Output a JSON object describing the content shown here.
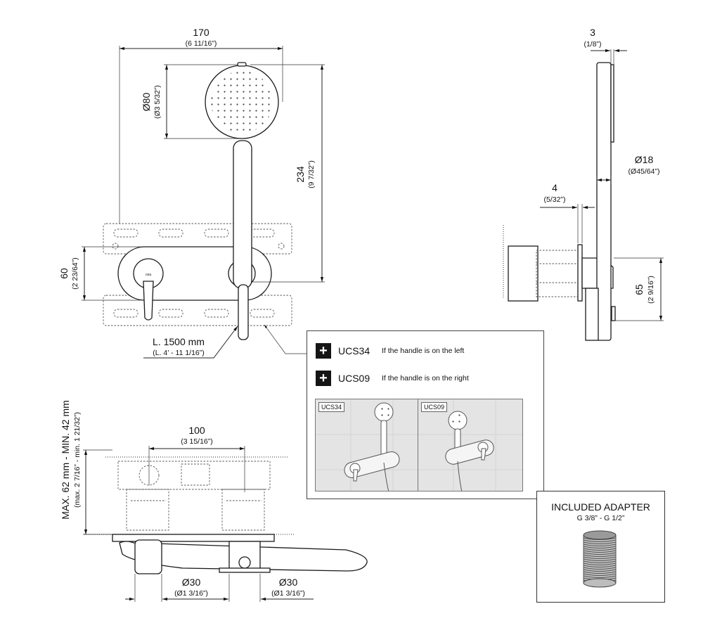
{
  "front_view": {
    "width_mm": "170",
    "width_in": "(6 11/16”)",
    "head_diameter_mm": "Ø80",
    "head_diameter_in": "(Ø3 5/32”)",
    "height_mm": "234",
    "height_in": "(9 7/32”)",
    "plate_height_mm": "60",
    "plate_height_in": "(2 23/64”)",
    "hose_length_mm": "L. 1500 mm",
    "hose_length_in": "(L. 4’ - 11 1/16”)"
  },
  "side_view": {
    "depth_mm": "3",
    "depth_in": "(1/8”)",
    "handle_diameter_mm": "Ø18",
    "handle_diameter_in": "(Ø45/64”)",
    "offset_mm": "4",
    "offset_in": "(5/32”)",
    "bracket_height_mm": "65",
    "bracket_height_in": "(2 9/16”)"
  },
  "bottom_view": {
    "depth_range_mm": "MAX. 62 mm - MIN. 42 mm",
    "depth_range_in": "(max. 2 7/16” - min. 1 21/32”)",
    "spacing_mm": "100",
    "spacing_in": "(3 15/16”)",
    "left_diameter_mm": "Ø30",
    "left_diameter_in": "(Ø1 3/16”)",
    "right_diameter_mm": "Ø30",
    "right_diameter_in": "(Ø1 3/16”)"
  },
  "legend": {
    "option1_code": "UCS34",
    "option1_desc": "If the handle is on the left",
    "option2_code": "UCS09",
    "option2_desc": "If the handle is on the right",
    "thumb1_label": "UCS34",
    "thumb2_label": "UCS09",
    "plus_icon": "plus-icon",
    "accent_color": "#151515"
  },
  "adapter": {
    "title": "INCLUDED ADAPTER",
    "thread": "G 3/8” - G 1/2”"
  }
}
